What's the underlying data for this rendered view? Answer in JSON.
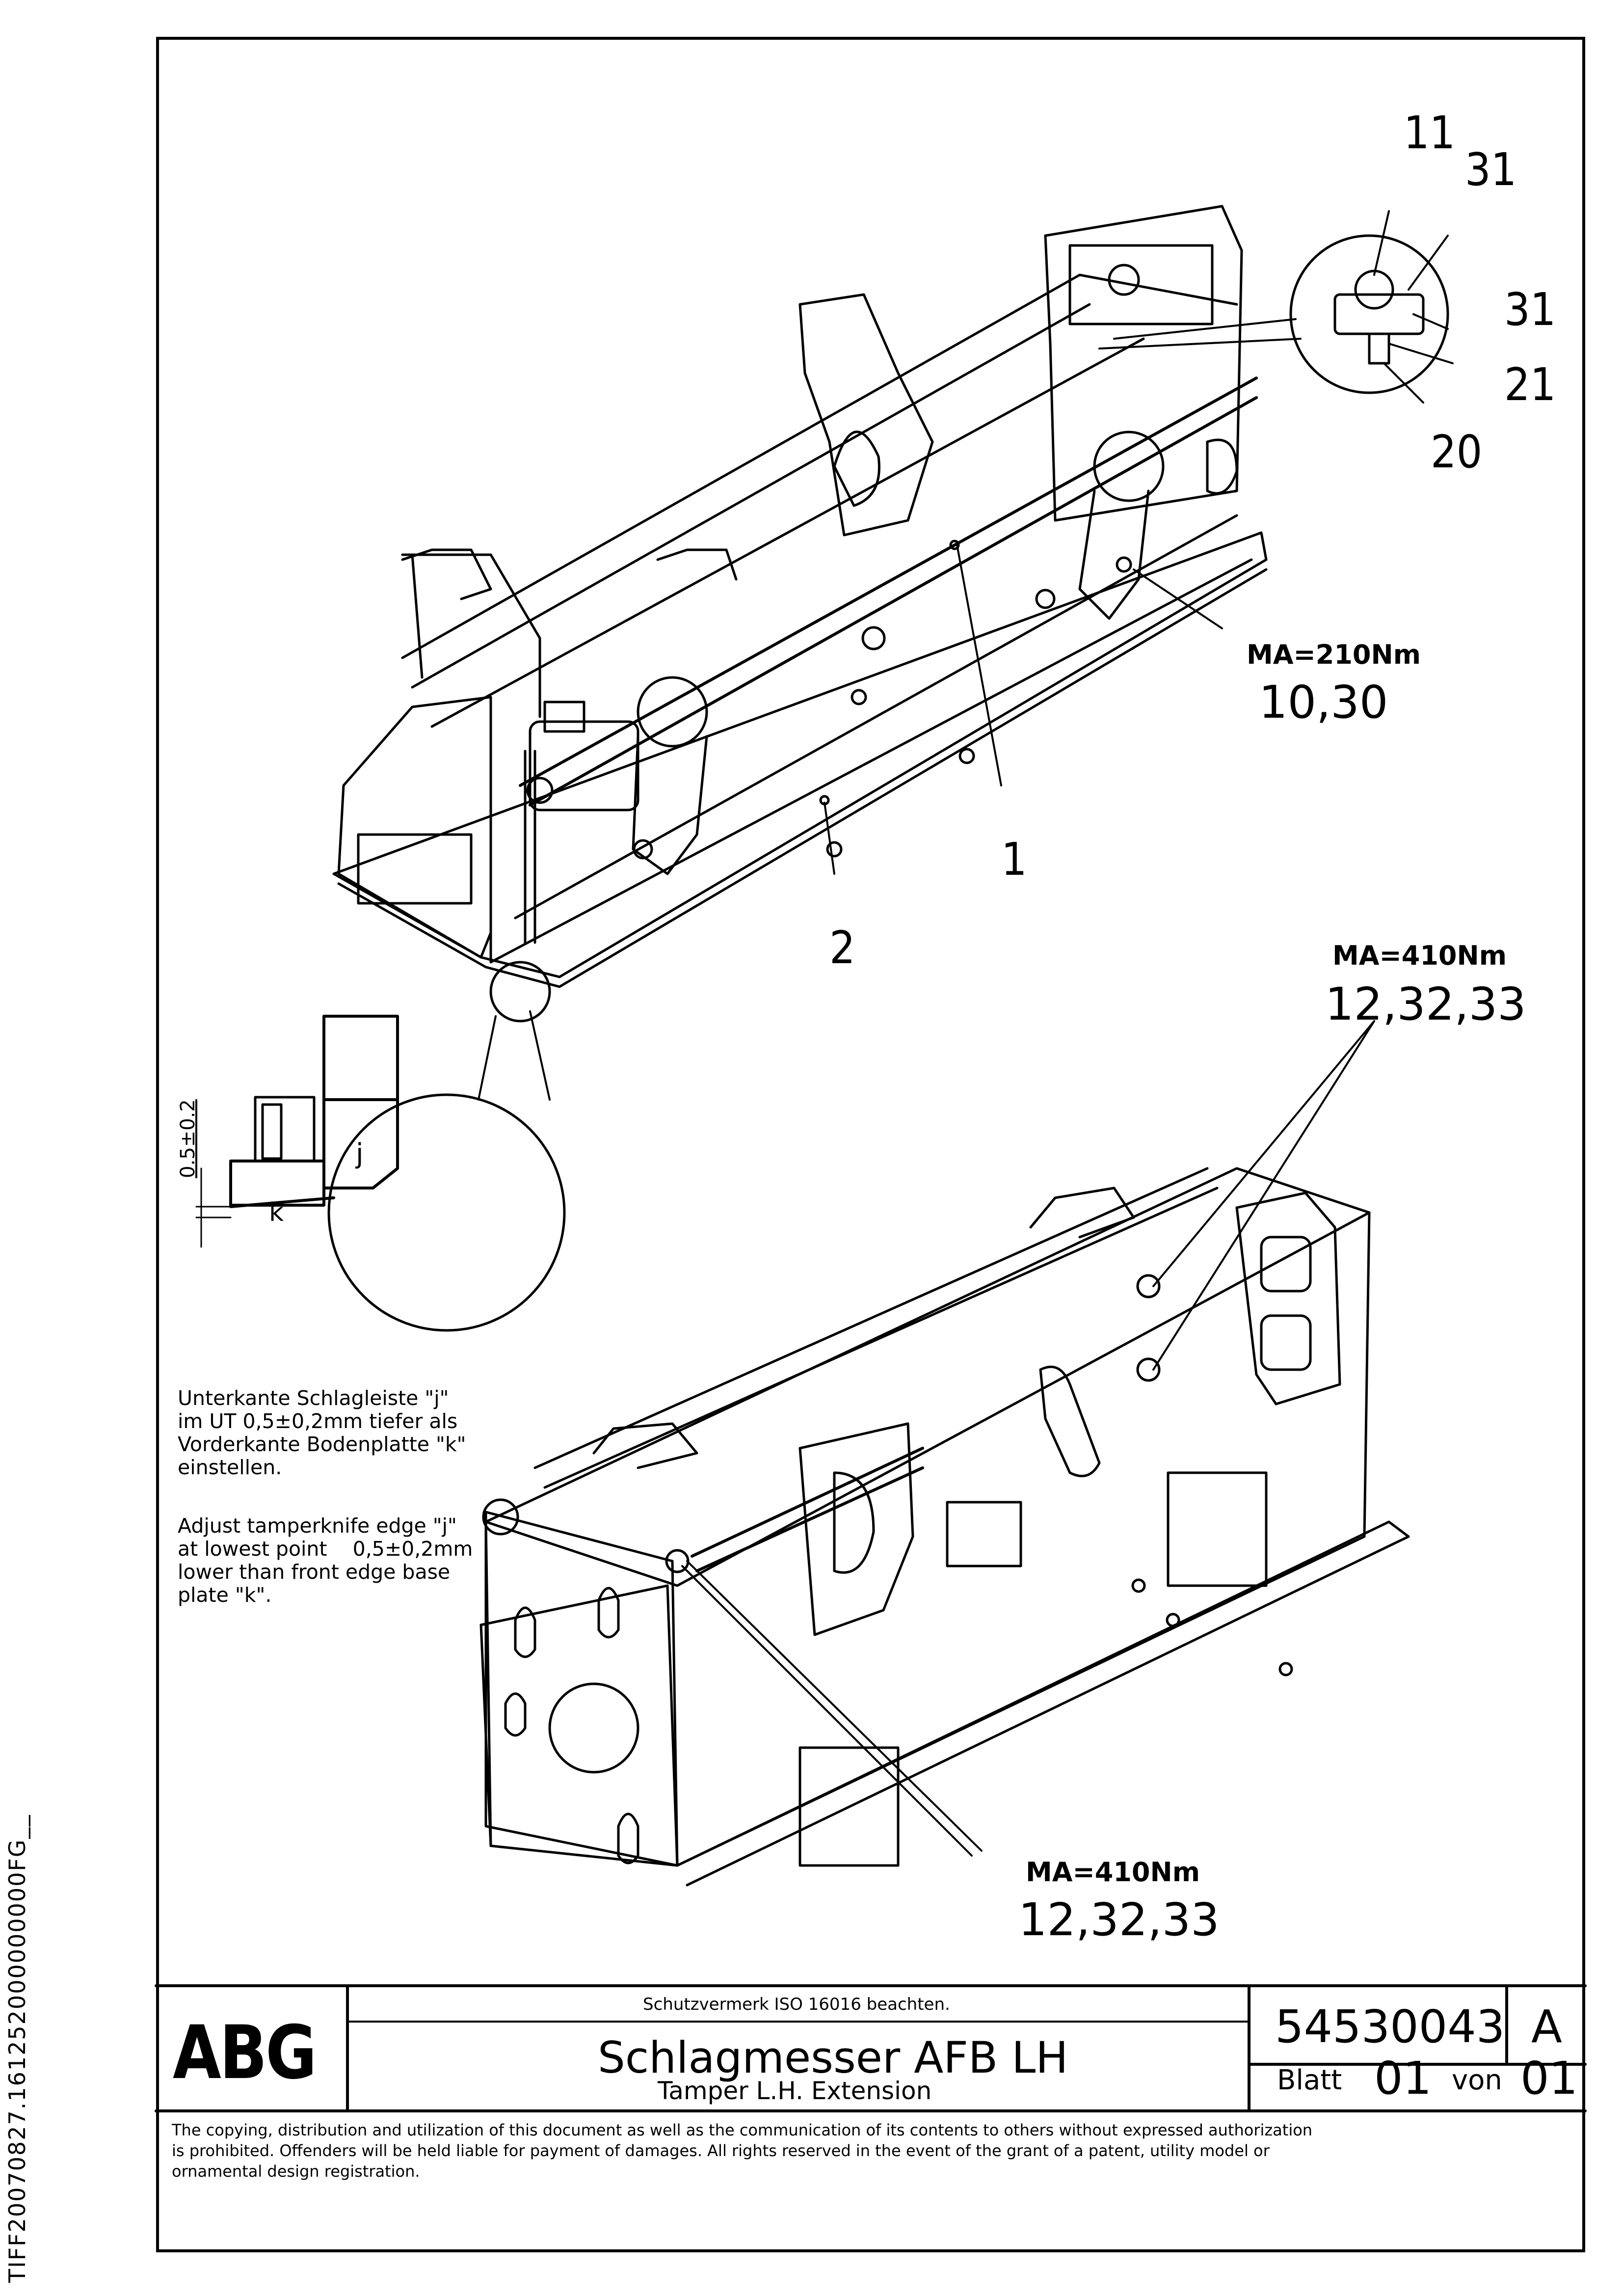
{
  "callouts": {
    "c11": "11",
    "c31a": "31",
    "c31b": "31",
    "c21": "21",
    "c20": "20",
    "c1": "1",
    "c2": "2"
  },
  "torques": {
    "t1": {
      "label": "MA=210Nm",
      "parts": "10,30"
    },
    "t2": {
      "label": "MA=410Nm",
      "parts": "12,32,33"
    },
    "t3": {
      "label": "MA=410Nm",
      "parts": "12,32,33"
    }
  },
  "detail": {
    "dimension": "0.5±0.2",
    "label_j": "j",
    "label_k": "k"
  },
  "notes": {
    "german": "Unterkante Schlagleiste \"j\"\nim UT 0,5±0,2mm tiefer als\nVorderkante Bodenplatte \"k\"\neinstellen.",
    "english": "Adjust tamperknife edge \"j\"\nat lowest point    0,5±0,2mm\nlower than front edge base\nplate \"k\"."
  },
  "title_block": {
    "logo": "ABG",
    "protection_notice": "Schutzvermerk ISO 16016 beachten.",
    "title_de": "Schlagmesser AFB LH",
    "title_en": "Tamper L.H. Extension",
    "drawing_number": "54530043",
    "revision": "A",
    "sheet_label": "Blatt",
    "sheet_number": "01",
    "of_label": "von",
    "sheet_total": "01",
    "copyright": "The copying, distribution and utilization of this document as well as the communication of its contents to others without expressed authorization\nis prohibited. Offenders will be held liable for payment of damages. All rights reserved in the event of the grant of a patent, utility model or\nornamental design registration."
  },
  "side_code": "TIFF20070827.161252000000000FG__"
}
